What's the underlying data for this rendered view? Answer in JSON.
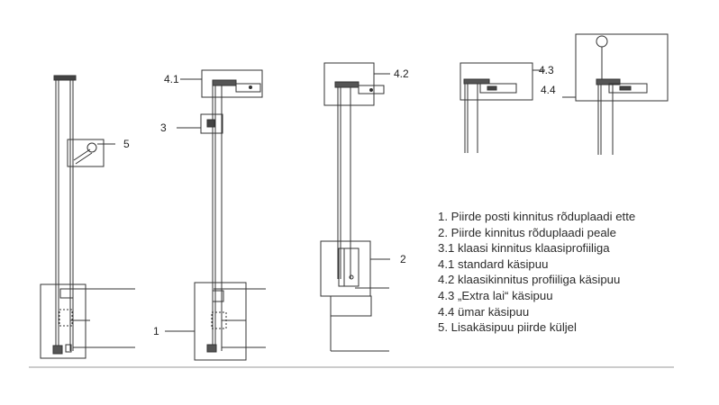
{
  "callouts": {
    "c1": "1",
    "c2": "2",
    "c3": "3",
    "c41": "4.1",
    "c42": "4.2",
    "c43": "4.3",
    "c44": "4.4",
    "c5": "5"
  },
  "legend": [
    "1. Piirde posti kinnitus rõduplaadi ette",
    "2. Piirde kinnitus rõduplaadi peale",
    "3.1 klaasi kinnitus klaasiprofiiliga",
    "4.1 standard käsipuu",
    "4.2 klaasikinnitus profiiliga käsipuu",
    "4.3 „Extra lai“ käsipuu",
    "4.4 ümar käsipuu",
    "5. Lisakäsipuu piirde küljel"
  ],
  "colors": {
    "line": "#333333",
    "text": "#222222",
    "rule": "#999999"
  }
}
